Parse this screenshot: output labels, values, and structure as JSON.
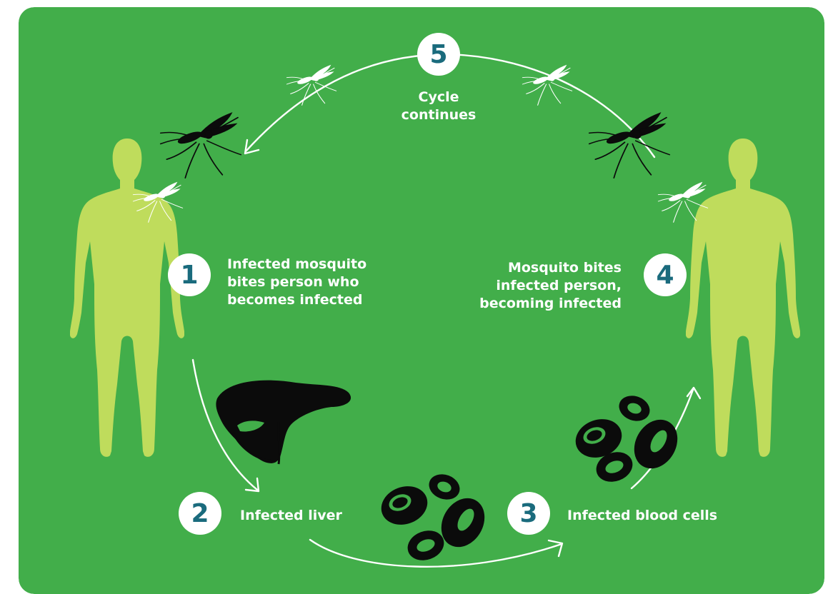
{
  "colors": {
    "background": "#42ae4a",
    "human": "#bfdc5c",
    "badge_text": "#1a6b7d",
    "arrow": "#ffffff",
    "organ": "#0b0b0b"
  },
  "steps": [
    {
      "number": "1",
      "label": "Infected mosquito\nbites person who\nbecomes infected"
    },
    {
      "number": "2",
      "label": "Infected liver"
    },
    {
      "number": "3",
      "label": "Infected blood cells"
    },
    {
      "number": "4",
      "label": "Mosquito bites\ninfected person,\nbecoming infected"
    },
    {
      "number": "5",
      "label": "Cycle\ncontinues"
    }
  ],
  "icons": [
    "human-figure-left",
    "human-figure-right",
    "mosquito-icon",
    "liver-icon",
    "blood-cells-icon",
    "cycle-arrow"
  ]
}
